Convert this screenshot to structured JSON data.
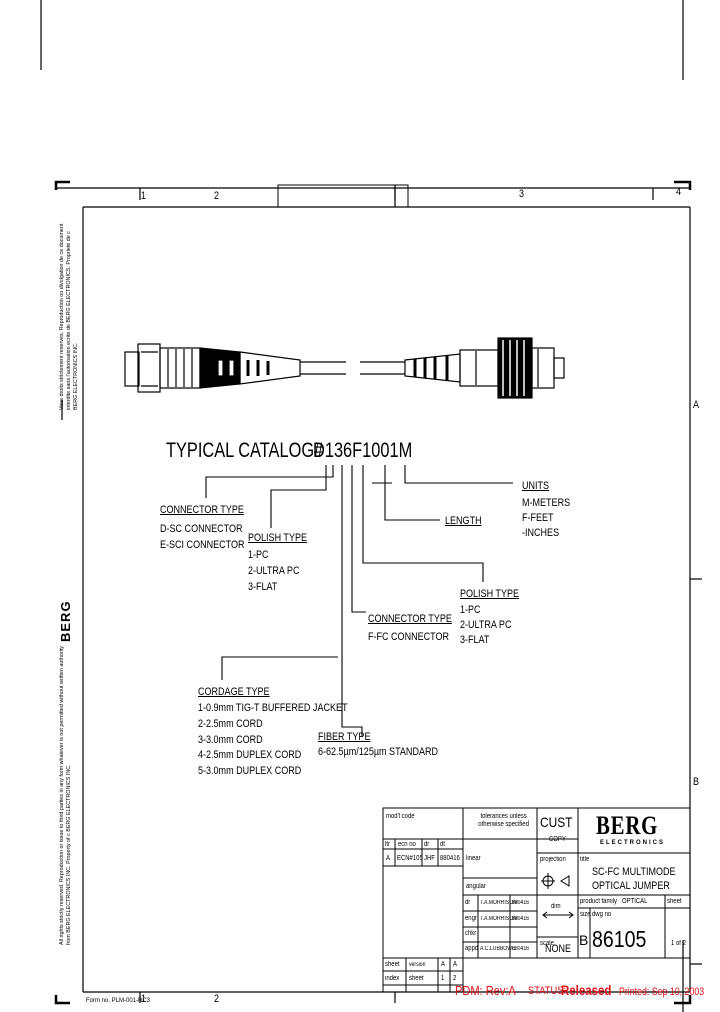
{
  "zones": {
    "top": [
      "1",
      "2",
      "3",
      "4"
    ],
    "bottom": [
      "1",
      "2"
    ],
    "right": [
      "A",
      "B"
    ]
  },
  "catalog": {
    "label": "TYPICAL CATALOG#",
    "number": "D136F1001M"
  },
  "units": {
    "title": "UNITS",
    "items": [
      "M-METERS",
      "F-FEET",
      "-INCHES"
    ]
  },
  "length_label": "LENGTH",
  "connector_type_1": {
    "title": "CONNECTOR TYPE",
    "items": [
      "D-SC CONNECTOR",
      "E-SCI CONNECTOR"
    ]
  },
  "polish_type_1": {
    "title": "POLISH TYPE",
    "items": [
      "1-PC",
      "2-ULTRA PC",
      "3-FLAT"
    ]
  },
  "polish_type_2": {
    "title": "POLISH TYPE",
    "items": [
      "1-PC",
      "2-ULTRA PC",
      "3-FLAT"
    ]
  },
  "connector_type_2": {
    "title": "CONNECTOR TYPE",
    "items": [
      "F-FC CONNECTOR"
    ]
  },
  "cordage_type": {
    "title": "CORDAGE TYPE",
    "items": [
      "1-0.9mm TIG-T BUFFERED JACKET",
      "2-2.5mm CORD",
      "3-3.0mm CORD",
      "4-2.5mm DUPLEX CORD",
      "5-3.0mm DUPLEX CORD"
    ]
  },
  "fiber_type": {
    "title": "FIBER TYPE",
    "items": [
      "6-62.5µm/125µm STANDARD"
    ]
  },
  "side_text": {
    "notice_top": "Vous droits strictement reserves. Reproduction ou divulgation de ce document interdite sans l'autorisation ecrite de BERG ELECTRONICS. Propriete de c BERG ELECTRONICS INC.",
    "notice_bottom": "All rights strictly reserved. Reproduction or issue to third parties in any form whatever is not permitted without written authority from BERG ELECTRONICS INC. Property of c BERG ELECTRONICS INC.",
    "logo": "BERG",
    "form": "Form no. PLM-001-RC3"
  },
  "title_block": {
    "mod_code": "mod'l code",
    "tolerances": "tolerances unless otherwise specified",
    "cust": "CUST",
    "copy": "COPY",
    "logo_main": "BERG",
    "logo_sub": "ELECTRONICS",
    "rev_headers": [
      "ltr",
      "ecn no",
      "dr",
      "dt"
    ],
    "rev_row": [
      "A",
      "ECN#105",
      "JHF",
      "880416"
    ],
    "linear": "linear",
    "projection": "projection",
    "angular": "angular",
    "title_label": "title",
    "title_lines": [
      "SC-FC MULTIMODE",
      "OPTICAL JUMPER"
    ],
    "product_family_label": "product family",
    "product_family_value": "OPTICAL",
    "sign_rows": [
      {
        "role": "dr",
        "name": "T.A.MORRISON",
        "date": "880416"
      },
      {
        "role": "engr",
        "name": "T.A.MORRISON",
        "date": "880416"
      },
      {
        "role": "chkr",
        "name": "",
        "date": ""
      },
      {
        "role": "appd",
        "name": "A.C.LUBBOWE",
        "date": "880416"
      }
    ],
    "dim_label": "dim",
    "size_label": "size",
    "size_value": "B",
    "dwg_no_label": "dwg no",
    "dwg_no": "86105",
    "sheet_label": "sheet",
    "sheet_value": "1 of 2",
    "scale_label": "scale",
    "scale_value": "NONE",
    "sheet_index": {
      "headers": [
        "sheet",
        "version",
        "A",
        "A"
      ],
      "row": [
        "index",
        "sheet",
        "1",
        "2"
      ]
    }
  },
  "footer": {
    "pdm": "PDM: Rev:A",
    "status_label": "STATUS:",
    "status_value": "Released",
    "printed": "Printed: Sep 10, 2003"
  }
}
